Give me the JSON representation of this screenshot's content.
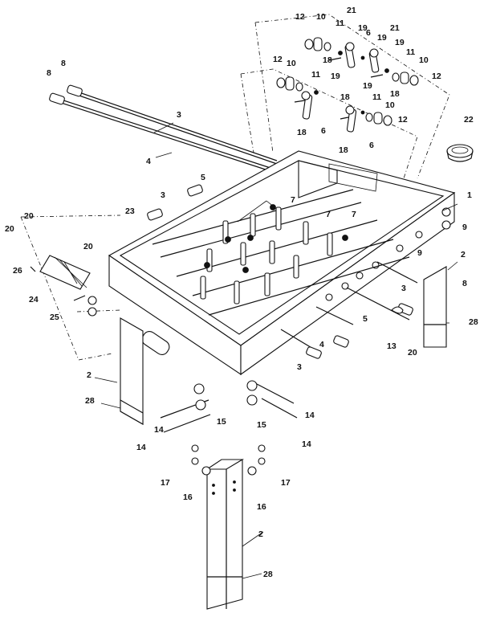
{
  "diagram": {
    "callouts": [
      {
        "id": "c12a",
        "label": "12"
      },
      {
        "id": "c10a",
        "label": "10"
      },
      {
        "id": "c21a",
        "label": "21"
      },
      {
        "id": "c11a",
        "label": "11"
      },
      {
        "id": "c19a",
        "label": "19"
      },
      {
        "id": "c6a",
        "label": "6"
      },
      {
        "id": "c19b",
        "label": "19"
      },
      {
        "id": "c21b",
        "label": "21"
      },
      {
        "id": "c18a",
        "label": "18"
      },
      {
        "id": "c19c",
        "label": "19"
      },
      {
        "id": "c11b",
        "label": "11"
      },
      {
        "id": "c10b",
        "label": "10"
      },
      {
        "id": "c12b",
        "label": "12"
      },
      {
        "id": "c12c",
        "label": "12"
      },
      {
        "id": "c10c",
        "label": "10"
      },
      {
        "id": "c11c",
        "label": "11"
      },
      {
        "id": "c19d",
        "label": "19"
      },
      {
        "id": "c18b",
        "label": "18"
      },
      {
        "id": "c18c",
        "label": "18"
      },
      {
        "id": "c19e",
        "label": "19"
      },
      {
        "id": "c11d",
        "label": "11"
      },
      {
        "id": "c10d",
        "label": "10"
      },
      {
        "id": "c18d",
        "label": "18"
      },
      {
        "id": "c6b",
        "label": "6"
      },
      {
        "id": "c12d",
        "label": "12"
      },
      {
        "id": "c18e",
        "label": "18"
      },
      {
        "id": "c6c",
        "label": "6"
      },
      {
        "id": "c8a",
        "label": "8"
      },
      {
        "id": "c8b",
        "label": "8"
      },
      {
        "id": "c3a",
        "label": "3"
      },
      {
        "id": "c4a",
        "label": "4"
      },
      {
        "id": "c22",
        "label": "22"
      },
      {
        "id": "c5a",
        "label": "5"
      },
      {
        "id": "c1",
        "label": "1"
      },
      {
        "id": "c3b",
        "label": "3"
      },
      {
        "id": "c7a",
        "label": "7"
      },
      {
        "id": "c7b",
        "label": "7"
      },
      {
        "id": "c7c",
        "label": "7"
      },
      {
        "id": "c23",
        "label": "23"
      },
      {
        "id": "c9a",
        "label": "9"
      },
      {
        "id": "c20a",
        "label": "20"
      },
      {
        "id": "c20b",
        "label": "20"
      },
      {
        "id": "c20c",
        "label": "20"
      },
      {
        "id": "c26",
        "label": "26"
      },
      {
        "id": "c24",
        "label": "24"
      },
      {
        "id": "c25",
        "label": "25"
      },
      {
        "id": "c2a",
        "label": "2"
      },
      {
        "id": "c9b",
        "label": "9"
      },
      {
        "id": "c8c",
        "label": "8"
      },
      {
        "id": "c3c",
        "label": "3"
      },
      {
        "id": "c5b",
        "label": "5"
      },
      {
        "id": "c28a",
        "label": "28"
      },
      {
        "id": "c4b",
        "label": "4"
      },
      {
        "id": "c13",
        "label": "13"
      },
      {
        "id": "c20d",
        "label": "20"
      },
      {
        "id": "c3d",
        "label": "3"
      },
      {
        "id": "c2b",
        "label": "2"
      },
      {
        "id": "c28b",
        "label": "28"
      },
      {
        "id": "c14a",
        "label": "14"
      },
      {
        "id": "c15a",
        "label": "15"
      },
      {
        "id": "c14b",
        "label": "14"
      },
      {
        "id": "c15b",
        "label": "15"
      },
      {
        "id": "c14c",
        "label": "14"
      },
      {
        "id": "c14d",
        "label": "14"
      },
      {
        "id": "c17a",
        "label": "17"
      },
      {
        "id": "c16a",
        "label": "16"
      },
      {
        "id": "c16b",
        "label": "16"
      },
      {
        "id": "c17b",
        "label": "17"
      },
      {
        "id": "c2c",
        "label": "2"
      },
      {
        "id": "c28c",
        "label": "28"
      }
    ]
  }
}
